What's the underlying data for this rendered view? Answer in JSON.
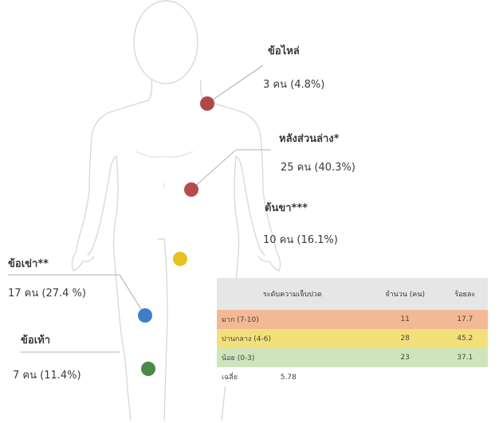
{
  "regions": [
    {
      "label": "ข้อไหล่",
      "value": "3 คน (4.8%)",
      "color": "#b04848"
    },
    {
      "label": "หลังส่วนล่าง*",
      "value": "25 คน (40.3%)",
      "color": "#b84a4e"
    },
    {
      "label": "ต้นขา***",
      "value": "10 คน (16.1%)",
      "color": "#e8c020"
    },
    {
      "label": "ข้อเข่า**",
      "value": "17 คน (27.4 %)",
      "color": "#3d7fc8"
    },
    {
      "label": "ข้อเท้า",
      "value": "7 คน (11.4%)",
      "color": "#4a8a4a"
    }
  ],
  "table": {
    "headers": [
      "ระดับความเจ็บปวด",
      "จำนวน (คน)",
      "ร้อยละ"
    ],
    "rows": [
      {
        "level": "มาก (7-10)",
        "count": "11",
        "percent": "17.7",
        "color": "#f3b894"
      },
      {
        "level": "ปานกลาง (4-6)",
        "count": "28",
        "percent": "45.2",
        "color": "#f4e07a"
      },
      {
        "level": "น้อย (0-3)",
        "count": "23",
        "percent": "37.1",
        "color": "#cfe4bd"
      }
    ],
    "mean_label": "เฉลี่ย",
    "mean_value": "5.78"
  }
}
